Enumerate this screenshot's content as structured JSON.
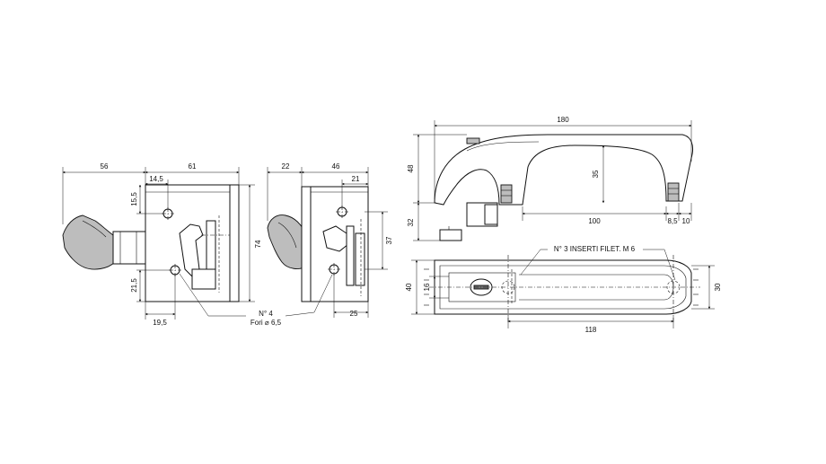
{
  "dimensions": {
    "d56": "56",
    "d61": "61",
    "d14_5": "14,5",
    "d15_5": "15,5",
    "d74": "74",
    "d21_5": "21,5",
    "d19_5": "19,5",
    "d22": "22",
    "d46": "46",
    "d21": "21",
    "d37": "37",
    "d25": "25",
    "d180": "180",
    "d48": "48",
    "d35": "35",
    "d32": "32",
    "d100": "100",
    "d8_5": "8,5",
    "d10": "10",
    "d40": "40",
    "d16": "16",
    "d30": "30",
    "d118": "118"
  },
  "notes": {
    "holes_count": "N° 4",
    "holes_dia": "Fori ⌀ 6,5",
    "inserts": "N° 3  INSERTI FILET. M 6"
  }
}
